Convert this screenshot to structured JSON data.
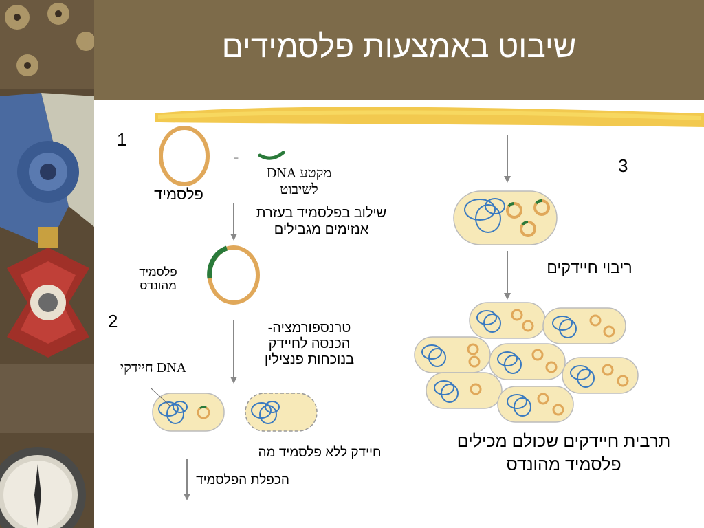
{
  "title": "שיבוט באמצעות פלסמידים",
  "steps": {
    "one": "1",
    "two": "2",
    "three": "3"
  },
  "labels": {
    "plasmid": "פלסמיד",
    "dna_fragment_line1": "מקטע DNA",
    "dna_fragment_line2": "לשיבוט",
    "insertion_line1": "שילוב בפלסמיד בעזרת",
    "insertion_line2": "אנזימים מגבילים",
    "engineered_plasmid_line1": "פלסמיד",
    "engineered_plasmid_line2": "מהונדס",
    "transformation_line1": "טרנספורמציה-",
    "transformation_line2": "הכנסה לחיידק",
    "transformation_line3": "בנוכחות פנצילין",
    "bacterial_dna": "DNA חיידקי",
    "bacterium_without_plasmid": "חיידק ללא פלסמיד מה",
    "plasmid_replication": "הכפלת הפלסמיד",
    "bacteria_multiplication": "ריבוי חיידקים",
    "culture_line1": "תרבית חיידקים שכולם מכילים",
    "culture_line2": "פלסמיד מהונדס"
  },
  "colors": {
    "titlebar": "#7d6b4a",
    "plasmid_ring": "#e0a85a",
    "insert": "#2a7a3a",
    "cell_fill": "#f7e9b8",
    "bacterial_dna": "#3a7ac0",
    "highlight": "#f0c030"
  }
}
